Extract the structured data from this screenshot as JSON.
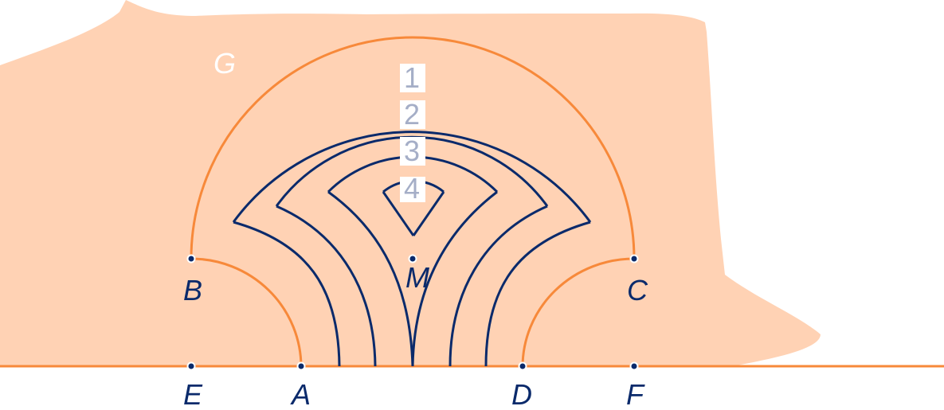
{
  "region": {
    "label": "G",
    "fill_color": "#ffd2b4"
  },
  "points": [
    {
      "id": "A",
      "label": "A"
    },
    {
      "id": "B",
      "label": "B"
    },
    {
      "id": "C",
      "label": "C"
    },
    {
      "id": "D",
      "label": "D"
    },
    {
      "id": "E",
      "label": "E"
    },
    {
      "id": "F",
      "label": "F"
    },
    {
      "id": "M",
      "label": "M"
    }
  ],
  "curves": [
    {
      "id": "1",
      "label": "1"
    },
    {
      "id": "2",
      "label": "2"
    },
    {
      "id": "3",
      "label": "3"
    },
    {
      "id": "4",
      "label": "4"
    }
  ],
  "colors": {
    "boundary": "#f7893a",
    "curve": "#0a2a6b",
    "curve_label": "#a5aec7",
    "region_label": "#ffffff",
    "point_label": "#0a2a6b",
    "point_dot": "#0a2a6b",
    "point_dot_stroke": "#ffffff"
  }
}
